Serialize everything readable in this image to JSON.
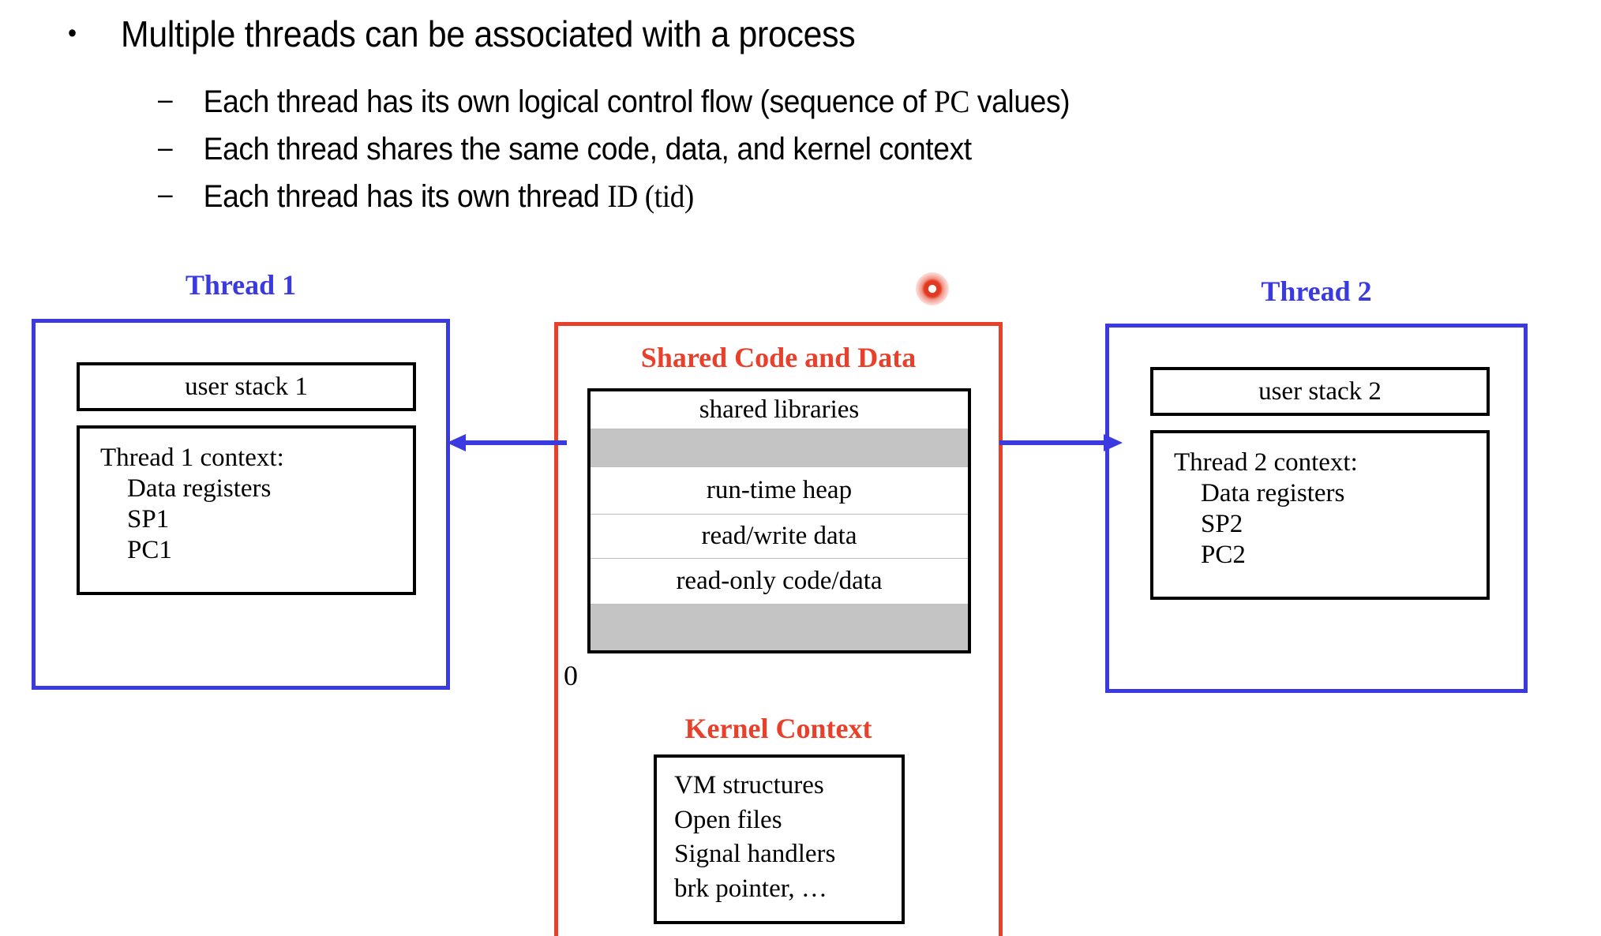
{
  "slide": {
    "bullet": {
      "marker": "•",
      "text": "Multiple threads can be associated with a process"
    },
    "sub_bullets": [
      {
        "marker": "–",
        "pre": "Each thread has its own logical control flow (sequence of ",
        "serif": "PC",
        "post": " values)"
      },
      {
        "marker": "–",
        "pre": "Each thread shares the same code, data, and kernel context",
        "serif": "",
        "post": ""
      },
      {
        "marker": "–",
        "pre": "Each thread has its own thread ",
        "serif": "ID (tid)",
        "post": ""
      }
    ]
  },
  "colors": {
    "thread_blue": "#3A3AE0",
    "shared_red": "#E8402A",
    "band_gray": "#C4C4C4",
    "text_black": "#000000"
  },
  "thread1": {
    "title": "Thread 1",
    "user_stack": "user stack 1",
    "context_head": "Thread 1 context:",
    "context_items": [
      "Data registers",
      "SP1",
      "PC1"
    ]
  },
  "thread2": {
    "title": "Thread 2",
    "user_stack": "user stack 2",
    "context_head": "Thread 2 context:",
    "context_items": [
      "Data registers",
      "SP2",
      "PC2"
    ]
  },
  "shared": {
    "title": "Shared Code and Data",
    "zero_label": "0",
    "memory_bands": [
      {
        "label": "shared libraries",
        "shaded": false,
        "height": 48
      },
      {
        "label": "",
        "shaded": true,
        "height": 48
      },
      {
        "label": "run-time heap",
        "shaded": false,
        "height": 60
      },
      {
        "label": "read/write data",
        "shaded": false,
        "height": 56
      },
      {
        "label": "read-only code/data",
        "shaded": false,
        "height": 58
      },
      {
        "label": "",
        "shaded": true,
        "height": 58
      }
    ]
  },
  "kernel": {
    "title": "Kernel Context",
    "items": [
      "VM structures",
      "Open files",
      "Signal handlers",
      "brk pointer, …"
    ]
  },
  "arrows": {
    "left": "arrow-left-to-thread1",
    "right": "arrow-right-to-thread2"
  },
  "pointer": {
    "name": "laser-pointer-dot"
  }
}
